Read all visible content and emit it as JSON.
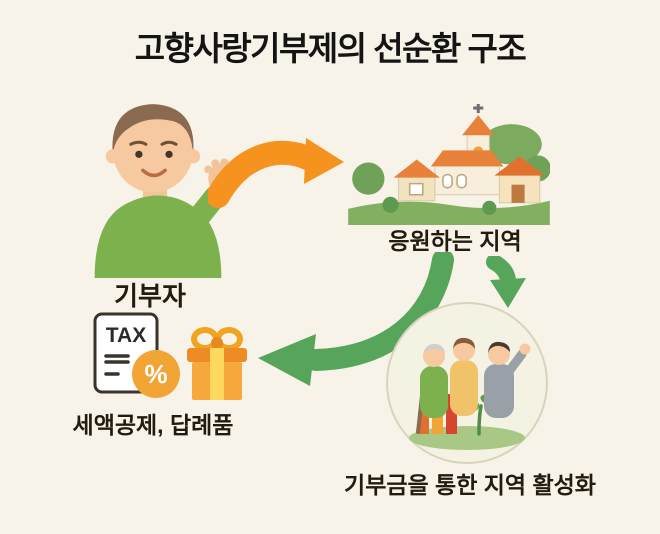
{
  "title": "고향사랑기부제의 선순환 구조",
  "nodes": {
    "donor": {
      "label": "기부자"
    },
    "region": {
      "label": "응원하는 지역"
    },
    "benefits": {
      "label": "세액공제, 답례품",
      "tax_text": "TAX",
      "percent_text": "%"
    },
    "revitalization": {
      "label": "기부금을 통한 지역 활성화"
    }
  },
  "colors": {
    "background": "#F8F3E8",
    "text": "#231A10",
    "arrow_orange": "#F6921E",
    "arrow_green": "#57A55A",
    "roof_orange": "#E8813A",
    "sweater_green": "#7CB14E"
  }
}
